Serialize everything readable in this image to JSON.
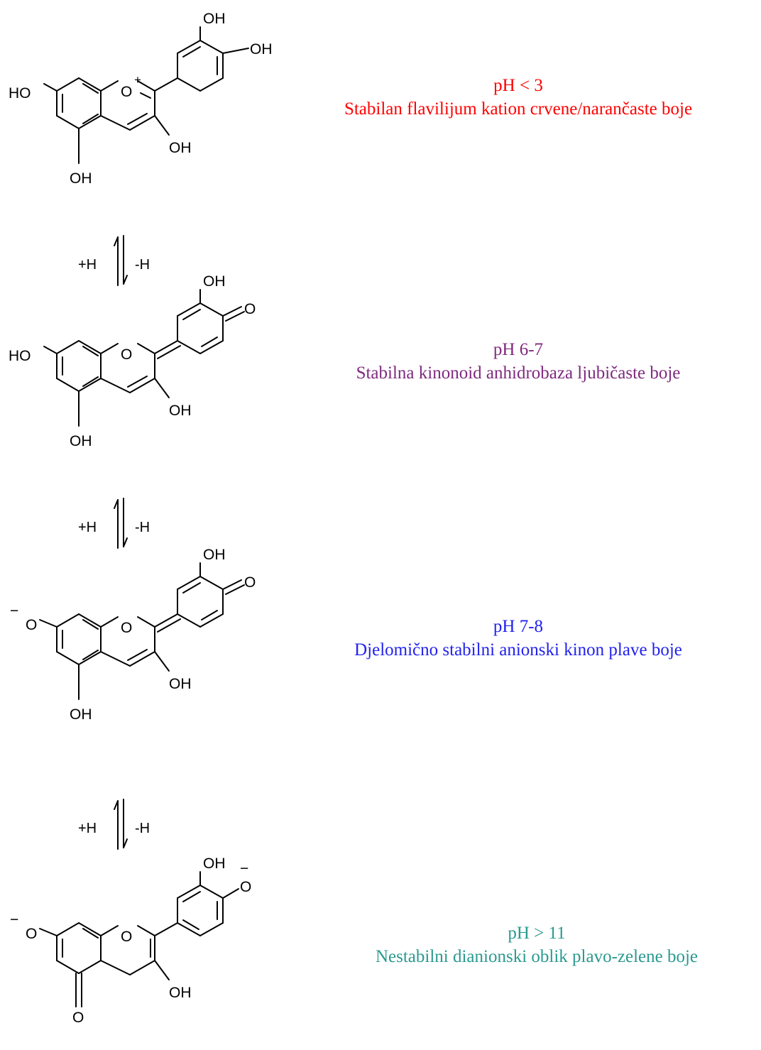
{
  "states": [
    {
      "ph": "pH < 3",
      "description": "Stabilan flavilijum kation crvene/narančaste boje",
      "color": "#ff0000"
    },
    {
      "ph": "pH 6-7",
      "description": "Stabilna kinonoid anhidrobaza ljubičaste boje",
      "color": "#7f2a7f"
    },
    {
      "ph": "pH 7-8",
      "description": "Djelomično stabilni anionski kinon plave boje",
      "color": "#2222ee"
    },
    {
      "ph": "pH > 11",
      "description": "Nestabilni dianionski oblik plavo-zelene boje",
      "color": "#2a9a8f"
    }
  ],
  "equilibria": [
    {
      "left": "+H",
      "right": "-H"
    },
    {
      "left": "+H",
      "right": "-H"
    },
    {
      "left": "+H",
      "right": "-H"
    }
  ],
  "atoms": {
    "oh": "OH",
    "ho": "HO",
    "o": "O",
    "o_plus": "O",
    "plus": "+",
    "minus": "−"
  }
}
